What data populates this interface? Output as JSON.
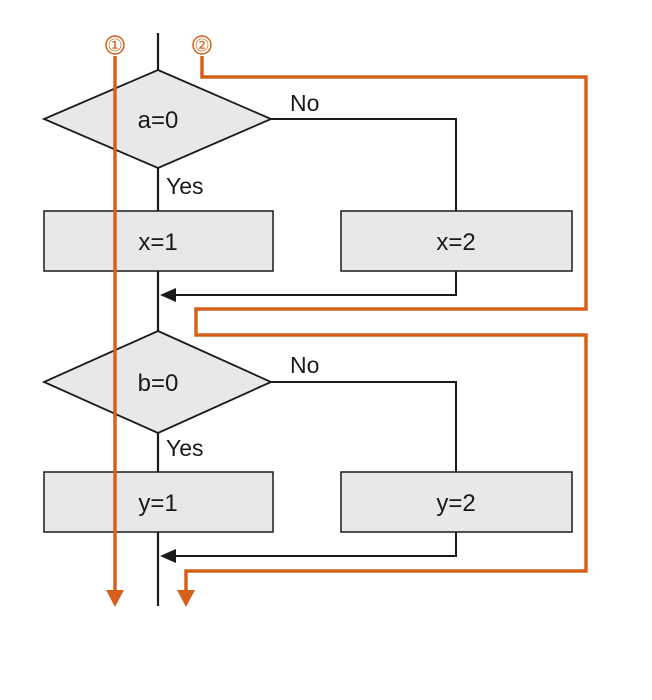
{
  "colors": {
    "path": "#d4601a",
    "fill": "#e8e8e8",
    "line": "#1a1a1a"
  },
  "paths": [
    {
      "marker": "①"
    },
    {
      "marker": "②"
    }
  ],
  "blocks": [
    {
      "condition": "a=0",
      "yes_label": "Yes",
      "no_label": "No",
      "yes_action": "x=1",
      "no_action": "x=2"
    },
    {
      "condition": "b=0",
      "yes_label": "Yes",
      "no_label": "No",
      "yes_action": "y=1",
      "no_action": "y=2"
    }
  ]
}
